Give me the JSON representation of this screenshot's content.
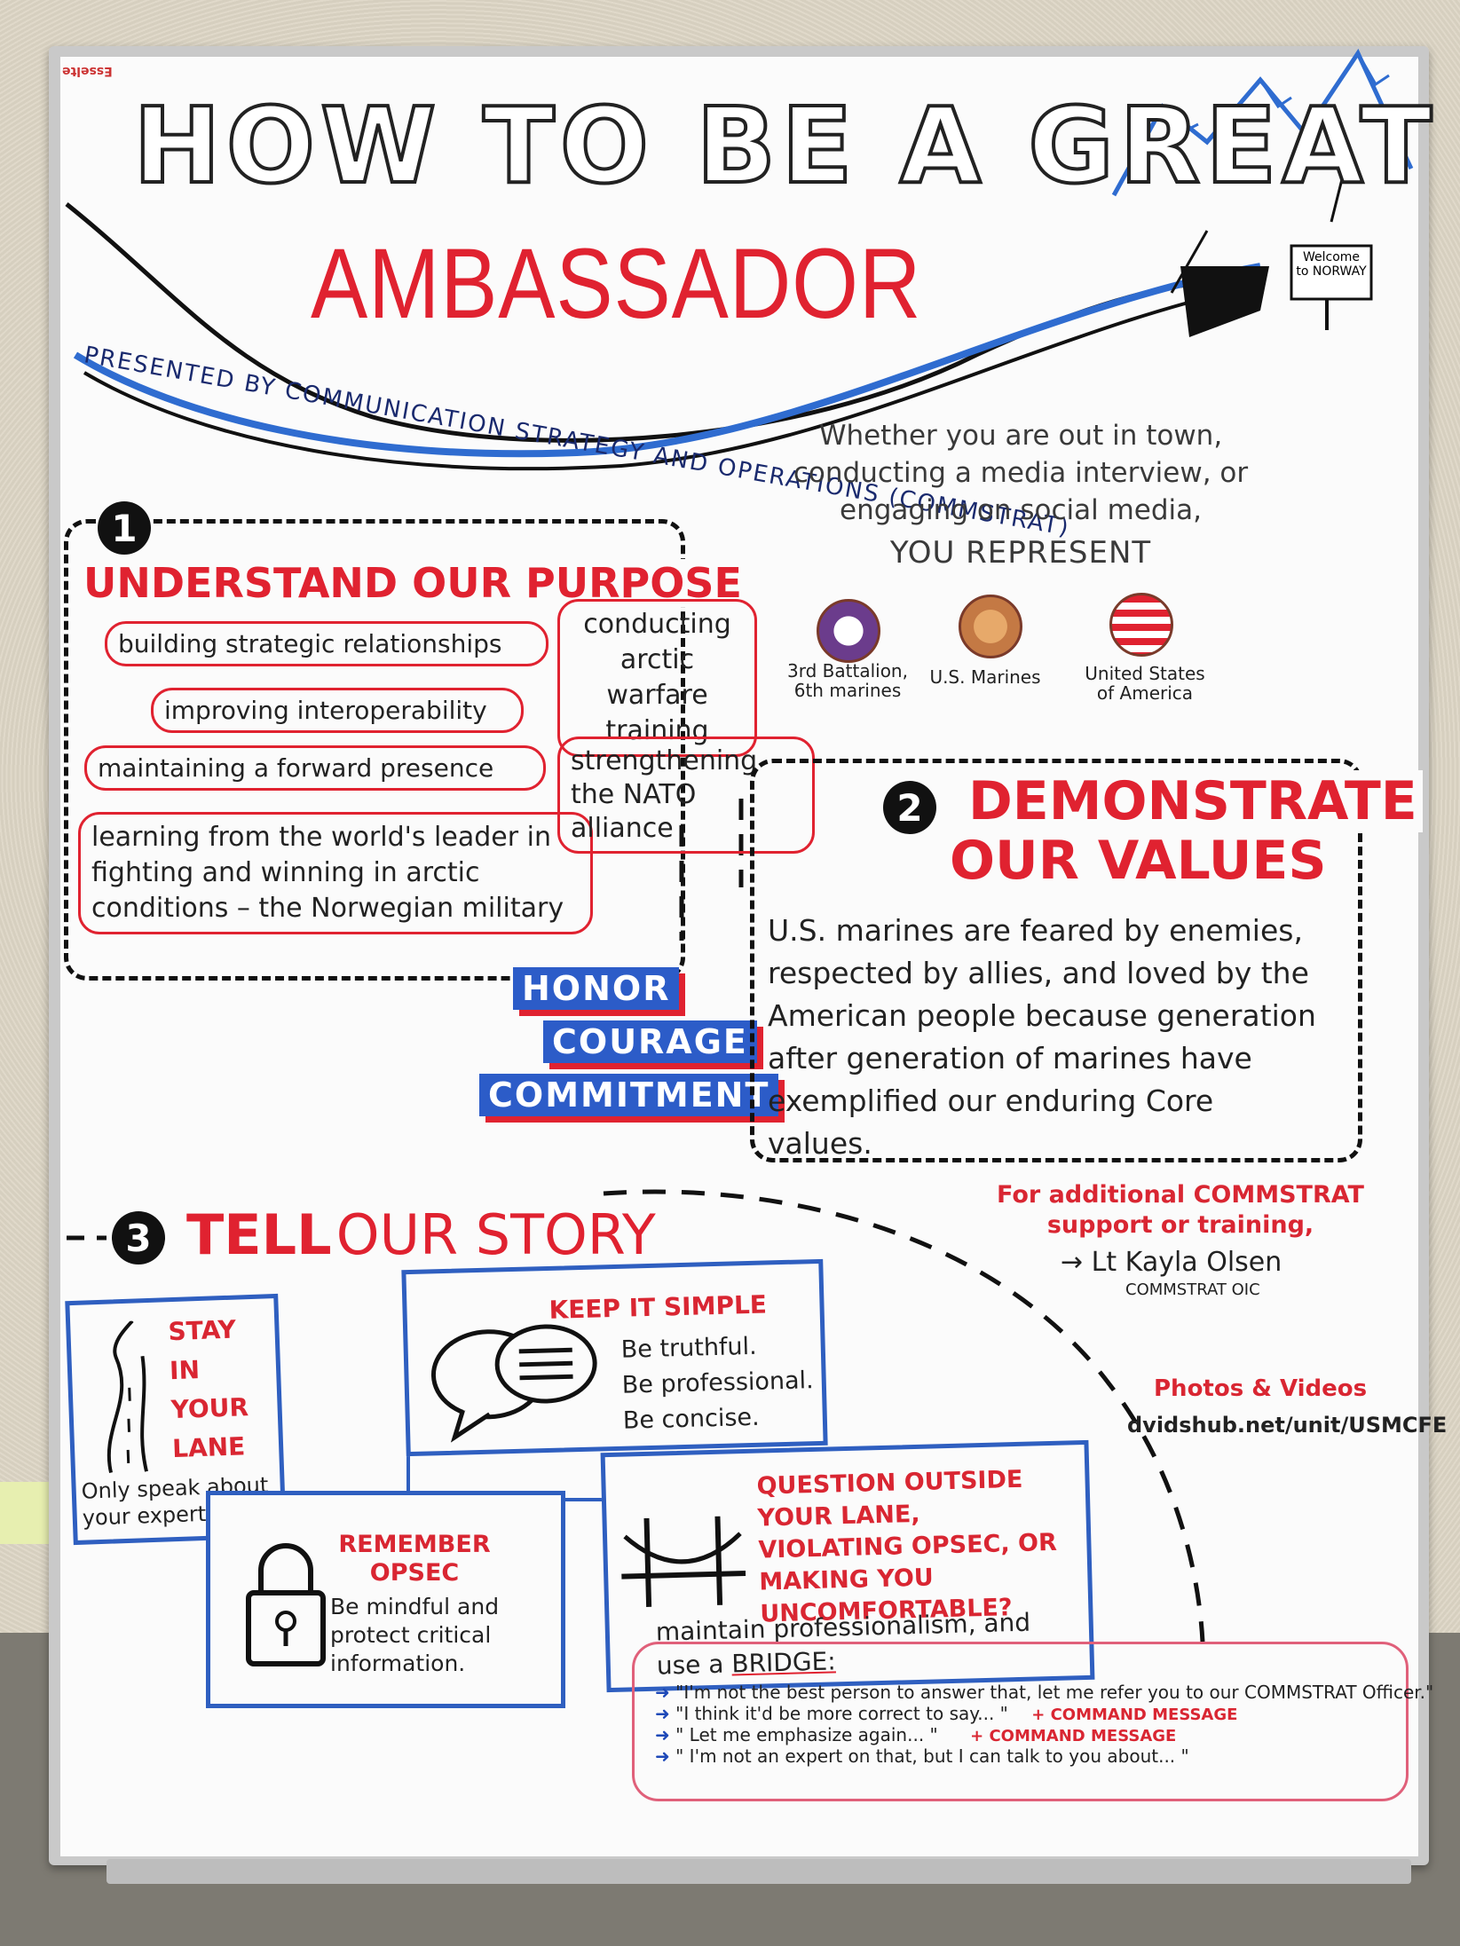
{
  "brand": "Esselte",
  "header": {
    "title_line1": "HOW TO BE A GREAT",
    "title_line2": "AMBASSADOR",
    "presented_by": "PRESENTED BY COMMUNICATION STRATEGY AND OPERATIONS (COMMSTRAT)",
    "sign_text": "Welcome to NORWAY"
  },
  "intro": {
    "line1": "Whether you are out in town,",
    "line2": "conducting a media interview, or",
    "line3": "engaging on social media,",
    "you_represent": "YOU REPRESENT",
    "seals": [
      {
        "label": "3rd Battalion, 6th marines"
      },
      {
        "label": "U.S. Marines"
      },
      {
        "label": "United States of America"
      }
    ]
  },
  "section1": {
    "number": "1",
    "title": "UNDERSTAND OUR PURPOSE",
    "bubbles": {
      "b1": "building strategic relationships",
      "b2": "improving interoperability",
      "b3": "maintaining a forward presence",
      "b4": "learning from the world's leader in fighting and winning in arctic conditions – the Norwegian military",
      "b5": "conducting arctic warfare training",
      "b6": "strengthening the NATO alliance"
    }
  },
  "values": {
    "honor": "HONOR",
    "courage": "COURAGE",
    "commitment": "COMMITMENT"
  },
  "section2": {
    "number": "2",
    "title_line1": "DEMONSTRATE",
    "title_line2": "OUR VALUES",
    "body": "U.S. marines are feared by enemies, respected by allies, and loved by the American people because generation after generation of marines have exemplified our enduring Core values."
  },
  "section3": {
    "number": "3",
    "title_tell": "TELL",
    "title_rest": "OUR STORY",
    "stay": {
      "line1": "STAY",
      "line2": "IN",
      "line3": "YOUR",
      "line4": "LANE",
      "note": "Only speak about your expertise!"
    },
    "simple": {
      "title": "KEEP IT SIMPLE",
      "l1": "Be truthful.",
      "l2": "Be professional.",
      "l3": "Be concise."
    },
    "opsec": {
      "title_line1": "REMEMBER",
      "title_line2": "OPSEC",
      "body": "Be mindful and protect critical information."
    },
    "question": {
      "title": "QUESTION OUTSIDE YOUR LANE, VIOLATING OPSEC, OR MAKING YOU UNCOMFORTABLE?",
      "body_pre": "maintain professionalism, and use a",
      "bridge_word": "BRIDGE:"
    },
    "bridges": [
      {
        "quote": "\"I'm not the best person to answer that, let me refer you to our COMMSTRAT Officer.\"",
        "tag": ""
      },
      {
        "quote": "\"I think it'd be more correct to say... \"",
        "tag": "+ COMMAND MESSAGE"
      },
      {
        "quote": "\" Let me emphasize again... \"",
        "tag": "+ COMMAND MESSAGE"
      },
      {
        "quote": "\" I'm not an expert on that, but I can talk to you about... \"",
        "tag": ""
      }
    ]
  },
  "contact": {
    "line1": "For additional COMMSTRAT",
    "line2": "support or training,",
    "name": "→ Lt Kayla Olsen",
    "role": "COMMSTRAT OIC",
    "media_title": "Photos & Videos",
    "url": "dvidshub.net/unit/USMCFE"
  },
  "colors": {
    "red": "#e02230",
    "blue": "#2c5cc8",
    "black": "#111111"
  }
}
